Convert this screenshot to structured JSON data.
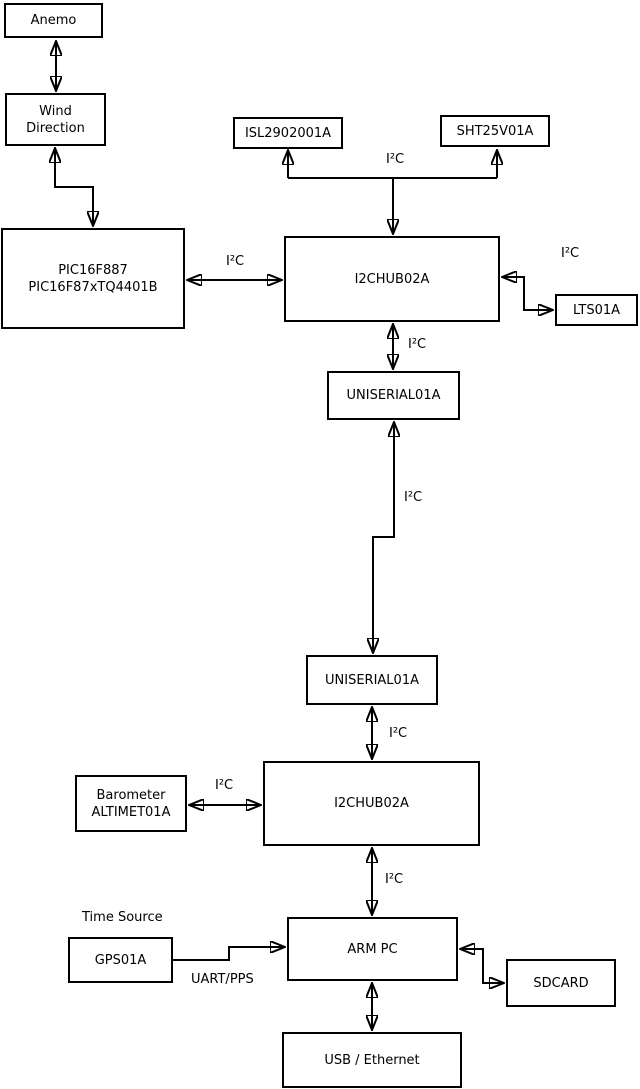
{
  "diagram": {
    "nodes": {
      "anemo": {
        "lines": [
          "Anemo"
        ]
      },
      "wind_direction": {
        "lines": [
          "Wind",
          "Direction"
        ]
      },
      "pic": {
        "lines": [
          "PIC16F887",
          "PIC16F87xTQ4401B"
        ]
      },
      "isl": {
        "lines": [
          "ISL2902001A"
        ]
      },
      "sht": {
        "lines": [
          "SHT25V01A"
        ]
      },
      "i2chub_top": {
        "lines": [
          "I2CHUB02A"
        ]
      },
      "lts": {
        "lines": [
          "LTS01A"
        ]
      },
      "uniserial_top": {
        "lines": [
          "UNISERIAL01A"
        ]
      },
      "uniserial_bottom": {
        "lines": [
          "UNISERIAL01A"
        ]
      },
      "i2chub_bottom": {
        "lines": [
          "I2CHUB02A"
        ]
      },
      "barometer": {
        "lines": [
          "Barometer",
          "ALTIMET01A"
        ]
      },
      "gps": {
        "lines": [
          "GPS01A"
        ]
      },
      "arm_pc": {
        "lines": [
          "ARM PC"
        ]
      },
      "sdcard": {
        "lines": [
          "SDCARD"
        ]
      },
      "usb_ethernet": {
        "lines": [
          "USB / Ethernet"
        ]
      }
    },
    "edge_labels": {
      "i2c": "I²C",
      "uart_pps": "UART/PPS",
      "time_source": "Time Source"
    },
    "colors": {
      "background": "#ffffff",
      "line": "#000000",
      "box_fill": "#ffffff",
      "text": "#000000"
    }
  }
}
